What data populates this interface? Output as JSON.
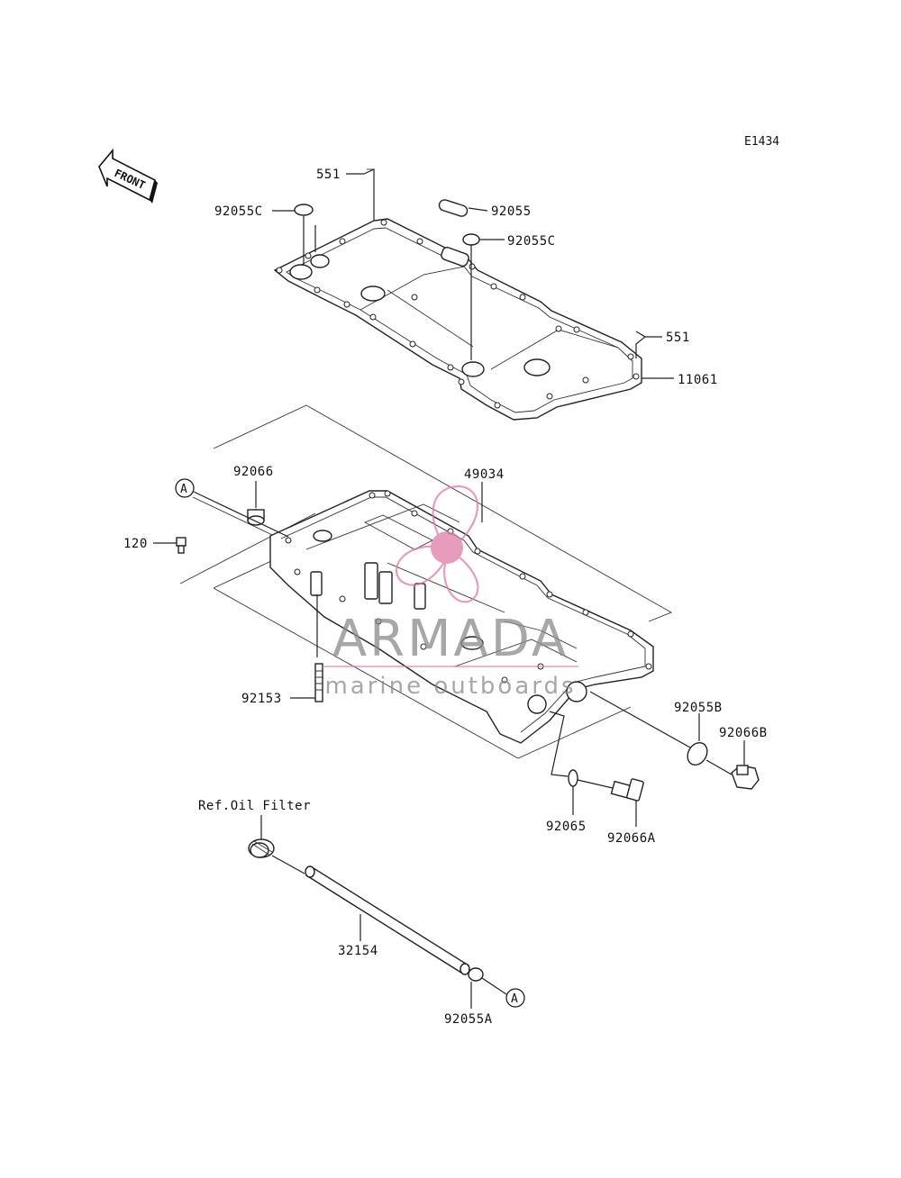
{
  "diagram_code": "E1434",
  "front_label": "FRONT",
  "callout_letter": "A",
  "labels": {
    "p551_top": "551",
    "p92055C_left": "92055C",
    "p92055": "92055",
    "p92055C_right": "92055C",
    "p551_right": "551",
    "p11061": "11061",
    "p92066": "92066",
    "p49034": "49034",
    "p120": "120",
    "p92153": "92153",
    "p92055B": "92055B",
    "p92066B": "92066B",
    "p92065": "92065",
    "p92066A": "92066A",
    "ref_oil_filter": "Ref.Oil Filter",
    "p32154": "32154",
    "p92055A": "92055A"
  },
  "watermark": {
    "brand": "ARMADA",
    "tagline": "marine outboards",
    "color": "#e07aa8"
  }
}
